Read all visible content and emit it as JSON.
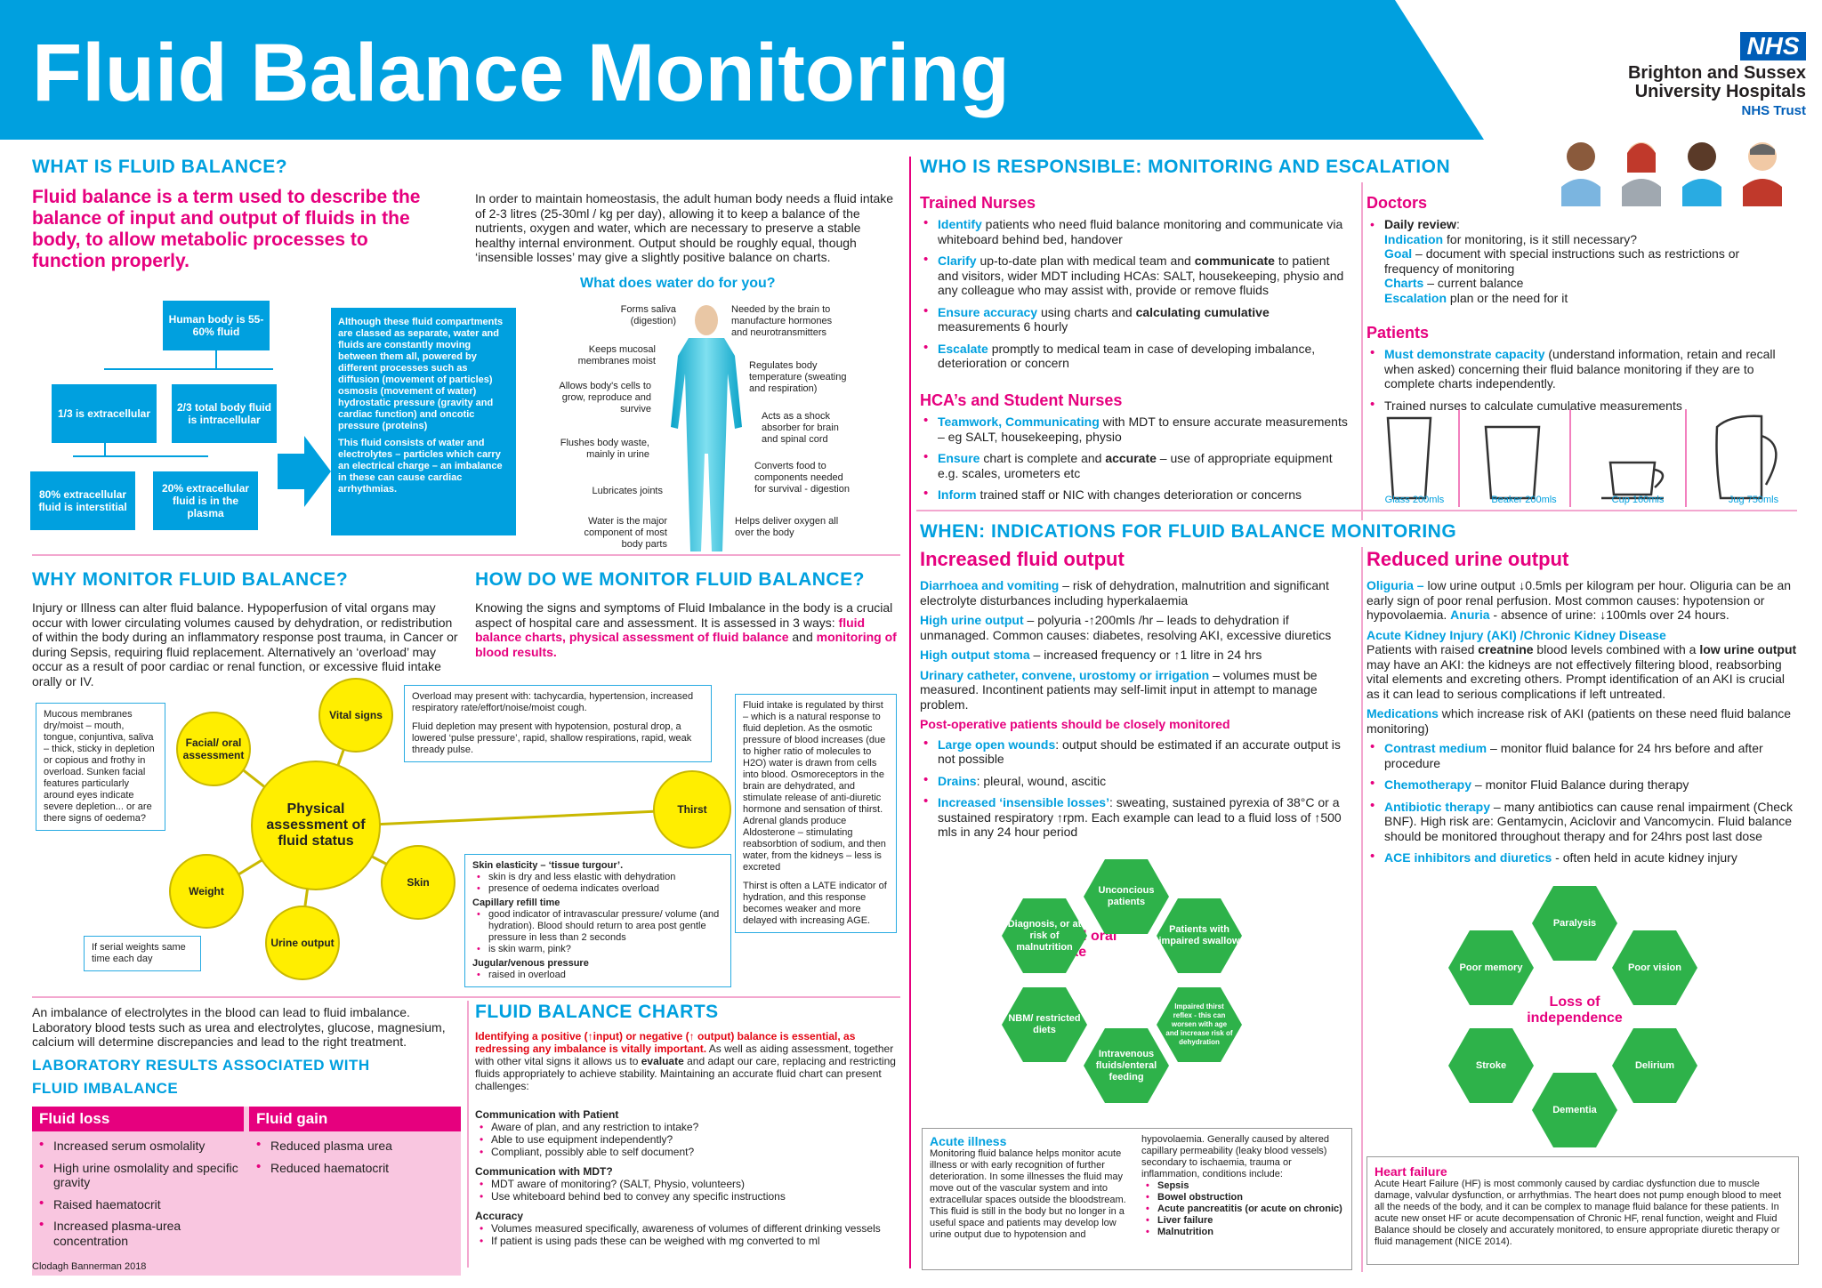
{
  "header": {
    "title": "Fluid Balance Monitoring",
    "nhs": "NHS",
    "org_line1": "Brighton and Sussex",
    "org_line2": "University Hospitals",
    "org_line3": "NHS Trust"
  },
  "what": {
    "heading": "WHAT IS FLUID BALANCE?",
    "lead": "Fluid balance is a term used to describe the balance of input and output of fluids in the body, to allow metabolic processes to function properly.",
    "intro": "In order to maintain homeostasis, the adult human body needs a fluid intake of 2-3 litres (25-30ml / kg per day), allowing it to keep a balance of the nutrients, oxygen and water, which are necessary to preserve a stable healthy internal environment. Output should be roughly equal, though ‘insensible losses’ may give a slightly positive balance on charts.",
    "tree": {
      "root": "Human body is 55-60% fluid",
      "b1": "1/3 is extracellular",
      "b2": "2/3 total body fluid is intracellular",
      "c1": "80% extracellular fluid is interstitial",
      "c2": "20% extracellular fluid is in the plasma"
    },
    "info1": "Although these fluid compartments are classed as separate, water and fluids are constantly moving between them all, powered by different processes such as diffusion (movement of particles) osmosis (movement of water) hydrostatic pressure (gravity and cardiac function) and oncotic pressure (proteins)",
    "info2": "This fluid consists of water and electrolytes – particles which carry an electrical charge – an imbalance in these can cause cardiac arrhythmias."
  },
  "water": {
    "heading": "What does water do for you?",
    "l1": "Forms saliva (digestion)",
    "l2": "Keeps mucosal membranes moist",
    "l3": "Allows body's cells to grow, reproduce and survive",
    "l4": "Flushes body waste, mainly in urine",
    "l5": "Lubricates joints",
    "l6": "Water is the major component of most body parts",
    "r1": "Needed by the brain to manufacture hormones and neurotransmitters",
    "r2": "Regulates body temperature (sweating and respiration)",
    "r3": "Acts as a shock absorber for brain and spinal cord",
    "r4": "Converts food to components needed for survival - digestion",
    "r5": "Helps deliver oxygen all over the body"
  },
  "why": {
    "heading": "WHY MONITOR FLUID BALANCE?",
    "text": "Injury or Illness can alter fluid balance. Hypoperfusion of vital organs may occur with lower circulating volumes caused by dehydration, or redistribution of within the body during an inflammatory response post trauma, in Cancer or during Sepsis, requiring fluid replacement. Alternatively an ‘overload’ may occur as a result of poor cardiac or renal function, or excessive fluid intake orally or IV."
  },
  "how": {
    "heading": "HOW DO WE MONITOR FLUID BALANCE?",
    "text": "Knowing the signs and symptoms of Fluid Imbalance in the body is a crucial aspect of hospital care and assessment. It is assessed in 3 ways:",
    "pinktext": "fluid balance charts, physical assessment of fluid balance",
    "and": " and ",
    "pink2": "monitoring of blood results."
  },
  "assess": {
    "center": "Physical assessment of fluid status",
    "n1": "Facial/ oral assessment",
    "n2": "Vital signs",
    "n3": "Weight",
    "n4": "Urine output",
    "n5": "Skin",
    "n6": "Thirst",
    "mucous": "Mucous membranes dry/moist – mouth, tongue, conjuntiva, saliva – thick, sticky in depletion or copious and frothy in overload. Sunken facial features particularly around eyes indicate severe depletion... or are there signs of oedema?",
    "weights": "If serial weights same time each day",
    "vital1": "Overload may present with: tachycardia, hypertension, increased respiratory rate/effort/noise/moist cough.",
    "vital2": "Fluid depletion may present with hypotension, postural drop, a lowered ‘pulse pressure’, rapid, shallow respirations, rapid, weak thready pulse.",
    "skin_h": "Skin elasticity – ‘tissue turgour’.",
    "skin1": "skin is dry and less elastic with dehydration",
    "skin2": "presence of oedema indicates overload",
    "cap_h": "Capillary refill time",
    "cap1": "good indicator of intravascular pressure/ volume (and hydration). Blood should return to area post gentle pressure in less than 2 seconds",
    "cap2": "is skin warm, pink?",
    "jvp_h": "Jugular/venous pressure",
    "jvp1": "raised in overload",
    "thirst1": "Fluid intake is regulated by thirst – which is a natural response to fluid depletion. As the osmotic pressure of blood increases (due to higher ratio of molecules to H2O) water is drawn from cells into blood. Osmoreceptors in the brain are dehydrated, and stimulate release of anti-diuretic hormone and sensation of thirst. Adrenal glands produce Aldosterone – stimulating reabsorbtion of sodium, and then water, from the kidneys – less is excreted",
    "thirst2": "Thirst is often a LATE indicator of hydration, and this response becomes weaker and more delayed with increasing AGE."
  },
  "lab": {
    "intro": "An imbalance of electrolytes in the blood can lead to fluid imbalance. Laboratory blood tests such as urea and electrolytes, glucose, magnesium, calcium will determine discrepancies and lead to the right treatment.",
    "heading1": "LABORATORY RESULTS ASSOCIATED WITH",
    "heading2": "FLUID IMBALANCE",
    "loss_h": "Fluid loss",
    "gain_h": "Fluid gain",
    "loss": [
      "Increased serum osmolality",
      "High urine osmolality and specific gravity",
      "Raised haematocrit",
      "Increased plasma-urea concentration"
    ],
    "gain": [
      "Reduced plasma urea",
      "Reduced haematocrit"
    ],
    "credit": "Clodagh Bannerman 2018"
  },
  "charts": {
    "heading": "FLUID BALANCE CHARTS",
    "red": "Identifying a positive (↑input) or negative (↑ output) balance is essential, as redressing any imbalance is vitally important.",
    "text1": " As well as aiding assessment, together with other vital signs it allows us to ",
    "evaluate": "evaluate",
    "text2": " and adapt our care, replacing and restricting fluids appropriately to achieve stability. Maintaining an accurate fluid chart can present challenges:",
    "c1_h": "Communication with Patient",
    "c1": [
      "Aware of plan, and any restriction to intake?",
      "Able to use equipment independently?",
      "Compliant, possibly able to self document?"
    ],
    "c2_h": "Communication with MDT?",
    "c2": [
      "MDT aware of monitoring? (SALT, Physio, volunteers)",
      "Use whiteboard behind bed to convey any specific instructions"
    ],
    "c3_h": "Accuracy",
    "c3": [
      "Volumes measured specifically, awareness of volumes of different drinking vessels",
      "If patient is using pads these can be weighed with mg converted to ml"
    ]
  },
  "who": {
    "heading": "WHO IS RESPONSIBLE: MONITORING AND ESCALATION",
    "tn_h": "Trained Nurses",
    "tn1a": "Identify",
    "tn1b": " patients who need fluid balance monitoring and communicate via whiteboard behind bed, handover",
    "tn2a": "Clarify",
    "tn2b": " up-to-date plan with medical team and ",
    "tn2c": "communicate",
    "tn2d": " to patient and visitors, wider MDT including HCAs: SALT, housekeeping, physio and any colleague who may assist with, provide or remove fluids",
    "tn3a": "Ensure accuracy",
    "tn3b": " using charts and ",
    "tn3c": "calculating cumulative",
    "tn3d": " measurements 6 hourly",
    "tn4a": "Escalate",
    "tn4b": " promptly to medical team in case of developing imbalance, deterioration or concern",
    "hca_h": "HCA’s and Student Nurses",
    "h1a": "Teamwork, Communicating",
    "h1b": " with MDT to ensure accurate measurements – eg SALT, housekeeping, physio",
    "h2a": "Ensure",
    "h2b": " chart is complete and ",
    "h2c": "accurate",
    "h2d": " – use of appropriate equipment e.g. scales, urometers etc",
    "h3a": "Inform",
    "h3b": " trained staff or NIC with changes deterioration or concerns",
    "doc_h": "Doctors",
    "doc_rev": "Daily review",
    "d1a": "Indication",
    "d1b": " for monitoring, is it still necessary?",
    "d2a": "Goal",
    "d2b": " – document with special instructions such as restrictions or frequency of monitoring",
    "d3a": "Charts",
    "d3b": " – current balance",
    "d4a": "Escalation",
    "d4b": " plan or the need for it",
    "pat_h": "Patients",
    "p1a": "Must demonstrate capacity",
    "p1b": " (understand information, retain and recall when asked) concerning their fluid balance monitoring if they are to complete charts independently.",
    "p2": "Trained nurses to calculate cumulative measurements",
    "vessels": [
      "Glass 200mls",
      "Beaker 200mls",
      "Cup 160mls",
      "Jug 750mls"
    ]
  },
  "when": {
    "heading": "WHEN: INDICATIONS FOR FLUID BALANCE MONITORING",
    "inc_h": "Increased fluid output",
    "i1a": "Diarrhoea and vomiting",
    "i1b": " – risk of dehydration, malnutrition and significant electrolyte disturbances including hyperkalaemia",
    "i2a": "High urine output",
    "i2b": " – polyuria -↑200mls /hr – leads to dehydration if unmanaged. Common causes: diabetes, resolving AKI, excessive diuretics",
    "i3a": "High output stoma",
    "i3b": " – increased frequency or ↑1 litre in 24 hrs",
    "i4a": "Urinary catheter, convene, urostomy or irrigation",
    "i4b": " – volumes must be measured. Incontinent patients may self-limit input in attempt to manage problem.",
    "postop": "Post-operative patients should be closely monitored",
    "po1a": "Large open wounds",
    "po1b": ": output should be estimated if an accurate output is not possible",
    "po2a": "Drains",
    "po2b": ": pleural, wound, ascitic",
    "po3a": "Increased ‘insensible losses’",
    "po3b": ": sweating, sustained pyrexia of 38°C or a sustained respiratory ↑rpm. Each example can lead to a fluid loss of ↑500 mls in any 24 hour period",
    "red_h": "Reduced urine output",
    "r1a": "Oliguria –",
    "r1b": " low urine output ↓0.5mls per kilogram per hour. Oliguria can be an early sign of poor renal perfusion. Most common causes: hypotension or hypovolaemia. ",
    "r1c": "Anuria",
    "r1d": " - absence of urine: ↓100mls over 24 hours.",
    "aki_h": "Acute Kidney Injury (AKI) /Chronic Kidney Disease",
    "aki1": "Patients with raised ",
    "aki2": "creatnine",
    "aki3": " blood levels combined with a ",
    "aki4": "low urine output",
    "aki5": " may have an AKI: the kidneys are not effectively filtering blood, reabsorbing vital elements and excreting others. Prompt identification of an AKI is crucial as it can lead to serious complications if left untreated.",
    "med1": "Medications",
    "med2": " which increase risk of AKI (patients on these need fluid balance monitoring)",
    "m1a": "Contrast medium",
    "m1b": " – monitor fluid balance for 24 hrs before and after procedure",
    "m2a": "Chemotherapy",
    "m2b": " – monitor Fluid Balance during therapy",
    "m3a": "Antibiotic therapy",
    "m3b": " – many antibiotics can cause renal impairment (Check BNF). High risk are: Gentamycin, Aciclovir and Vancomycin. Fluid balance should be monitored throughout therapy and for 24hrs post last dose",
    "m4a": "ACE inhibitors and diuretics",
    "m4b": " - often held in acute kidney injury"
  },
  "hex1": {
    "center": "Decreased oral intake",
    "h1": "Unconcious patients",
    "h2": "Patients with impaired swallow",
    "h3": "Impaired thirst reflex - this can worsen with age and increase risk of dehydration",
    "h4": "Intravenous fluids/enteral feeding",
    "h5": "NBM/ restricted diets",
    "h6": "Diagnosis, or at risk of malnutrition"
  },
  "hex2": {
    "center": "Loss of independence",
    "h1": "Paralysis",
    "h2": "Poor vision",
    "h3": "Delirium",
    "h4": "Dementia",
    "h5": "Stroke",
    "h6": "Poor memory"
  },
  "acute": {
    "heading": "Acute illness",
    "text1": "Monitoring fluid balance helps monitor acute illness or with early recognition of further deterioration. In some illnesses the fluid may move out of the vascular system and into extracellular spaces outside the bloodstream. This fluid is still in the body but no longer in a useful space and patients may develop low urine output due to hypotension and",
    "text2": "hypovolaemia. Generally caused by altered capillary permeability (leaky blood vessels) secondary to ischaemia, trauma or inflammation, conditions include:",
    "list": [
      "Sepsis",
      "Bowel obstruction",
      "Acute pancreatitis (or acute on chronic)",
      "Liver failure",
      "Malnutrition"
    ]
  },
  "hf": {
    "heading": "Heart failure",
    "text": "Acute Heart Failure (HF) is most commonly caused by cardiac dysfunction due to muscle damage, valvular dysfunction, or arrhythmias. The heart does not pump enough blood to meet all the needs of the body, and it can be complex to manage fluid balance for these patients. In acute new onset HF or acute decompensation of Chronic HF, renal function, weight and Fluid Balance should be closely and accurately monitored, to ensure appropriate diuretic therapy or fluid management (NICE 2014)."
  },
  "colors": {
    "blue": "#00a0df",
    "pink": "#e6007e",
    "green": "#2eb24a",
    "yellow": "#ffee00",
    "nhs": "#005eb8"
  }
}
